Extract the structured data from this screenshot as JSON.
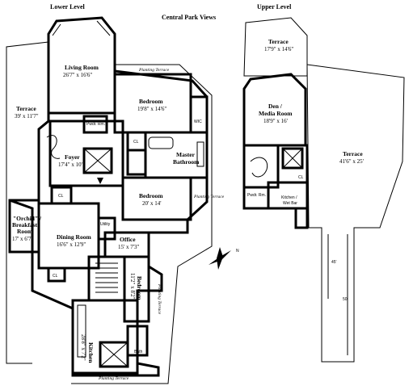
{
  "headers": {
    "lower_level": "Lower Level",
    "central_park": "Central Park Views",
    "upper_level": "Upper Level"
  },
  "lower_rooms": {
    "living_room": {
      "name": "Living Room",
      "dim": "26'7\" x 16'6\""
    },
    "terrace": {
      "name": "Terrace",
      "dim": "39' x 11'7\""
    },
    "bedroom1": {
      "name": "Bedroom",
      "dim": "19'8\" x 14'6\""
    },
    "foyer": {
      "name": "Foyer",
      "dim": "17'4\" x 10'"
    },
    "master_bath": {
      "name": "Master",
      "name2": "Bathroom"
    },
    "bedroom2": {
      "name": "Bedroom",
      "dim": "20' x 14'"
    },
    "orchid": {
      "name": "\"Orchid\" /",
      "name2": "Breakfast",
      "name3": "Room",
      "dim": "17' x 6'7\""
    },
    "dining": {
      "name": "Dining Room",
      "dim": "16'6\" x 12'9\""
    },
    "office": {
      "name": "Office",
      "dim": "15' x 7'3\""
    },
    "bedroom3": {
      "name": "Bedroom",
      "dim": "11'2\" x 8'2\""
    },
    "kitchen": {
      "name": "Kitchen",
      "dim": "28'8\" x 7'2\""
    }
  },
  "lower_small": {
    "planting_terrace_top": "Planting Terrace",
    "planting_terrace_right": "Planting Terrace",
    "planting_terrace_side": "Planting Terrace",
    "planting_terrace_bottom": "Planting Terrace",
    "powder": "Pwdr. Rm.",
    "wic": "WIC",
    "cl": "CL",
    "utility": "Utility",
    "bath": "Bath"
  },
  "upper_rooms": {
    "terrace_top": {
      "name": "Terrace",
      "dim": "17'9\" x 14'6\""
    },
    "den": {
      "name": "Den /",
      "name2": "Media Room",
      "dim": "18'9\" x 16'"
    },
    "terrace_right": {
      "name": "Terrace",
      "dim": "41'6\" x 25'"
    },
    "powder": "Pwdr. Rm.",
    "kitchen_wet_bar": {
      "name": "Kitchen /",
      "name2": "Wet Bar"
    },
    "cl": "CL",
    "dim_45": "45'",
    "dim_50": "50'"
  },
  "compass": {
    "label": "N"
  }
}
